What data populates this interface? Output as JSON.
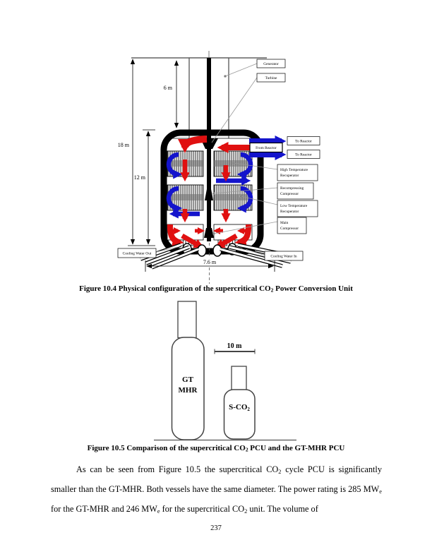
{
  "page_number": "237",
  "figure_10_4": {
    "caption_parts": [
      "Figure 10.4 Physical configuration of the supercritical CO",
      "2",
      " Power Conversion Unit"
    ],
    "labels": {
      "generator": "Generator",
      "turbine": "Turbine",
      "to_reactor_top": "To Reactor",
      "from_reactor": "From Reactor",
      "to_reactor_bottom": "To Reactor",
      "ht_recuperator": [
        "High Temperature",
        "Recuperator"
      ],
      "recompressing_compressor": [
        "Recompressing",
        "Compressor"
      ],
      "lt_recuperator": [
        "Low Temperature",
        "Recuperator"
      ],
      "main_compressor": [
        "Main",
        "Compressor"
      ],
      "cooling_water_out": "Cooling Water Out",
      "cooling_water_in": "Cooling Water In"
    },
    "dimensions": {
      "generator_section_height": "6 m",
      "total_height": "18 m",
      "vessel_height": "12 m",
      "vessel_width": "7.6 m"
    },
    "colors": {
      "hot_flow_red": "#e01010",
      "cold_flow_blue": "#1414cc"
    }
  },
  "figure_10_5": {
    "caption_parts": [
      "Figure 10.5 Comparison of the supercritical CO",
      "2",
      " PCU and the GT-MHR PCU"
    ],
    "gt_mhr_label": [
      "GT",
      "MHR"
    ],
    "sco2_label_parts": [
      "S-CO",
      "2"
    ],
    "scale_label": "10 m"
  },
  "paragraph": {
    "segments": [
      "As can be seen from Figure 10.5 the supercritical CO",
      "2",
      " cycle PCU is significantly smaller than the GT-MHR.  Both vessels have the same diameter.  The power rating is 285 MW",
      "e",
      " for the GT-MHR and 246 MW",
      "e",
      " for the supercritical CO",
      "2",
      " unit.  The volume of"
    ]
  }
}
